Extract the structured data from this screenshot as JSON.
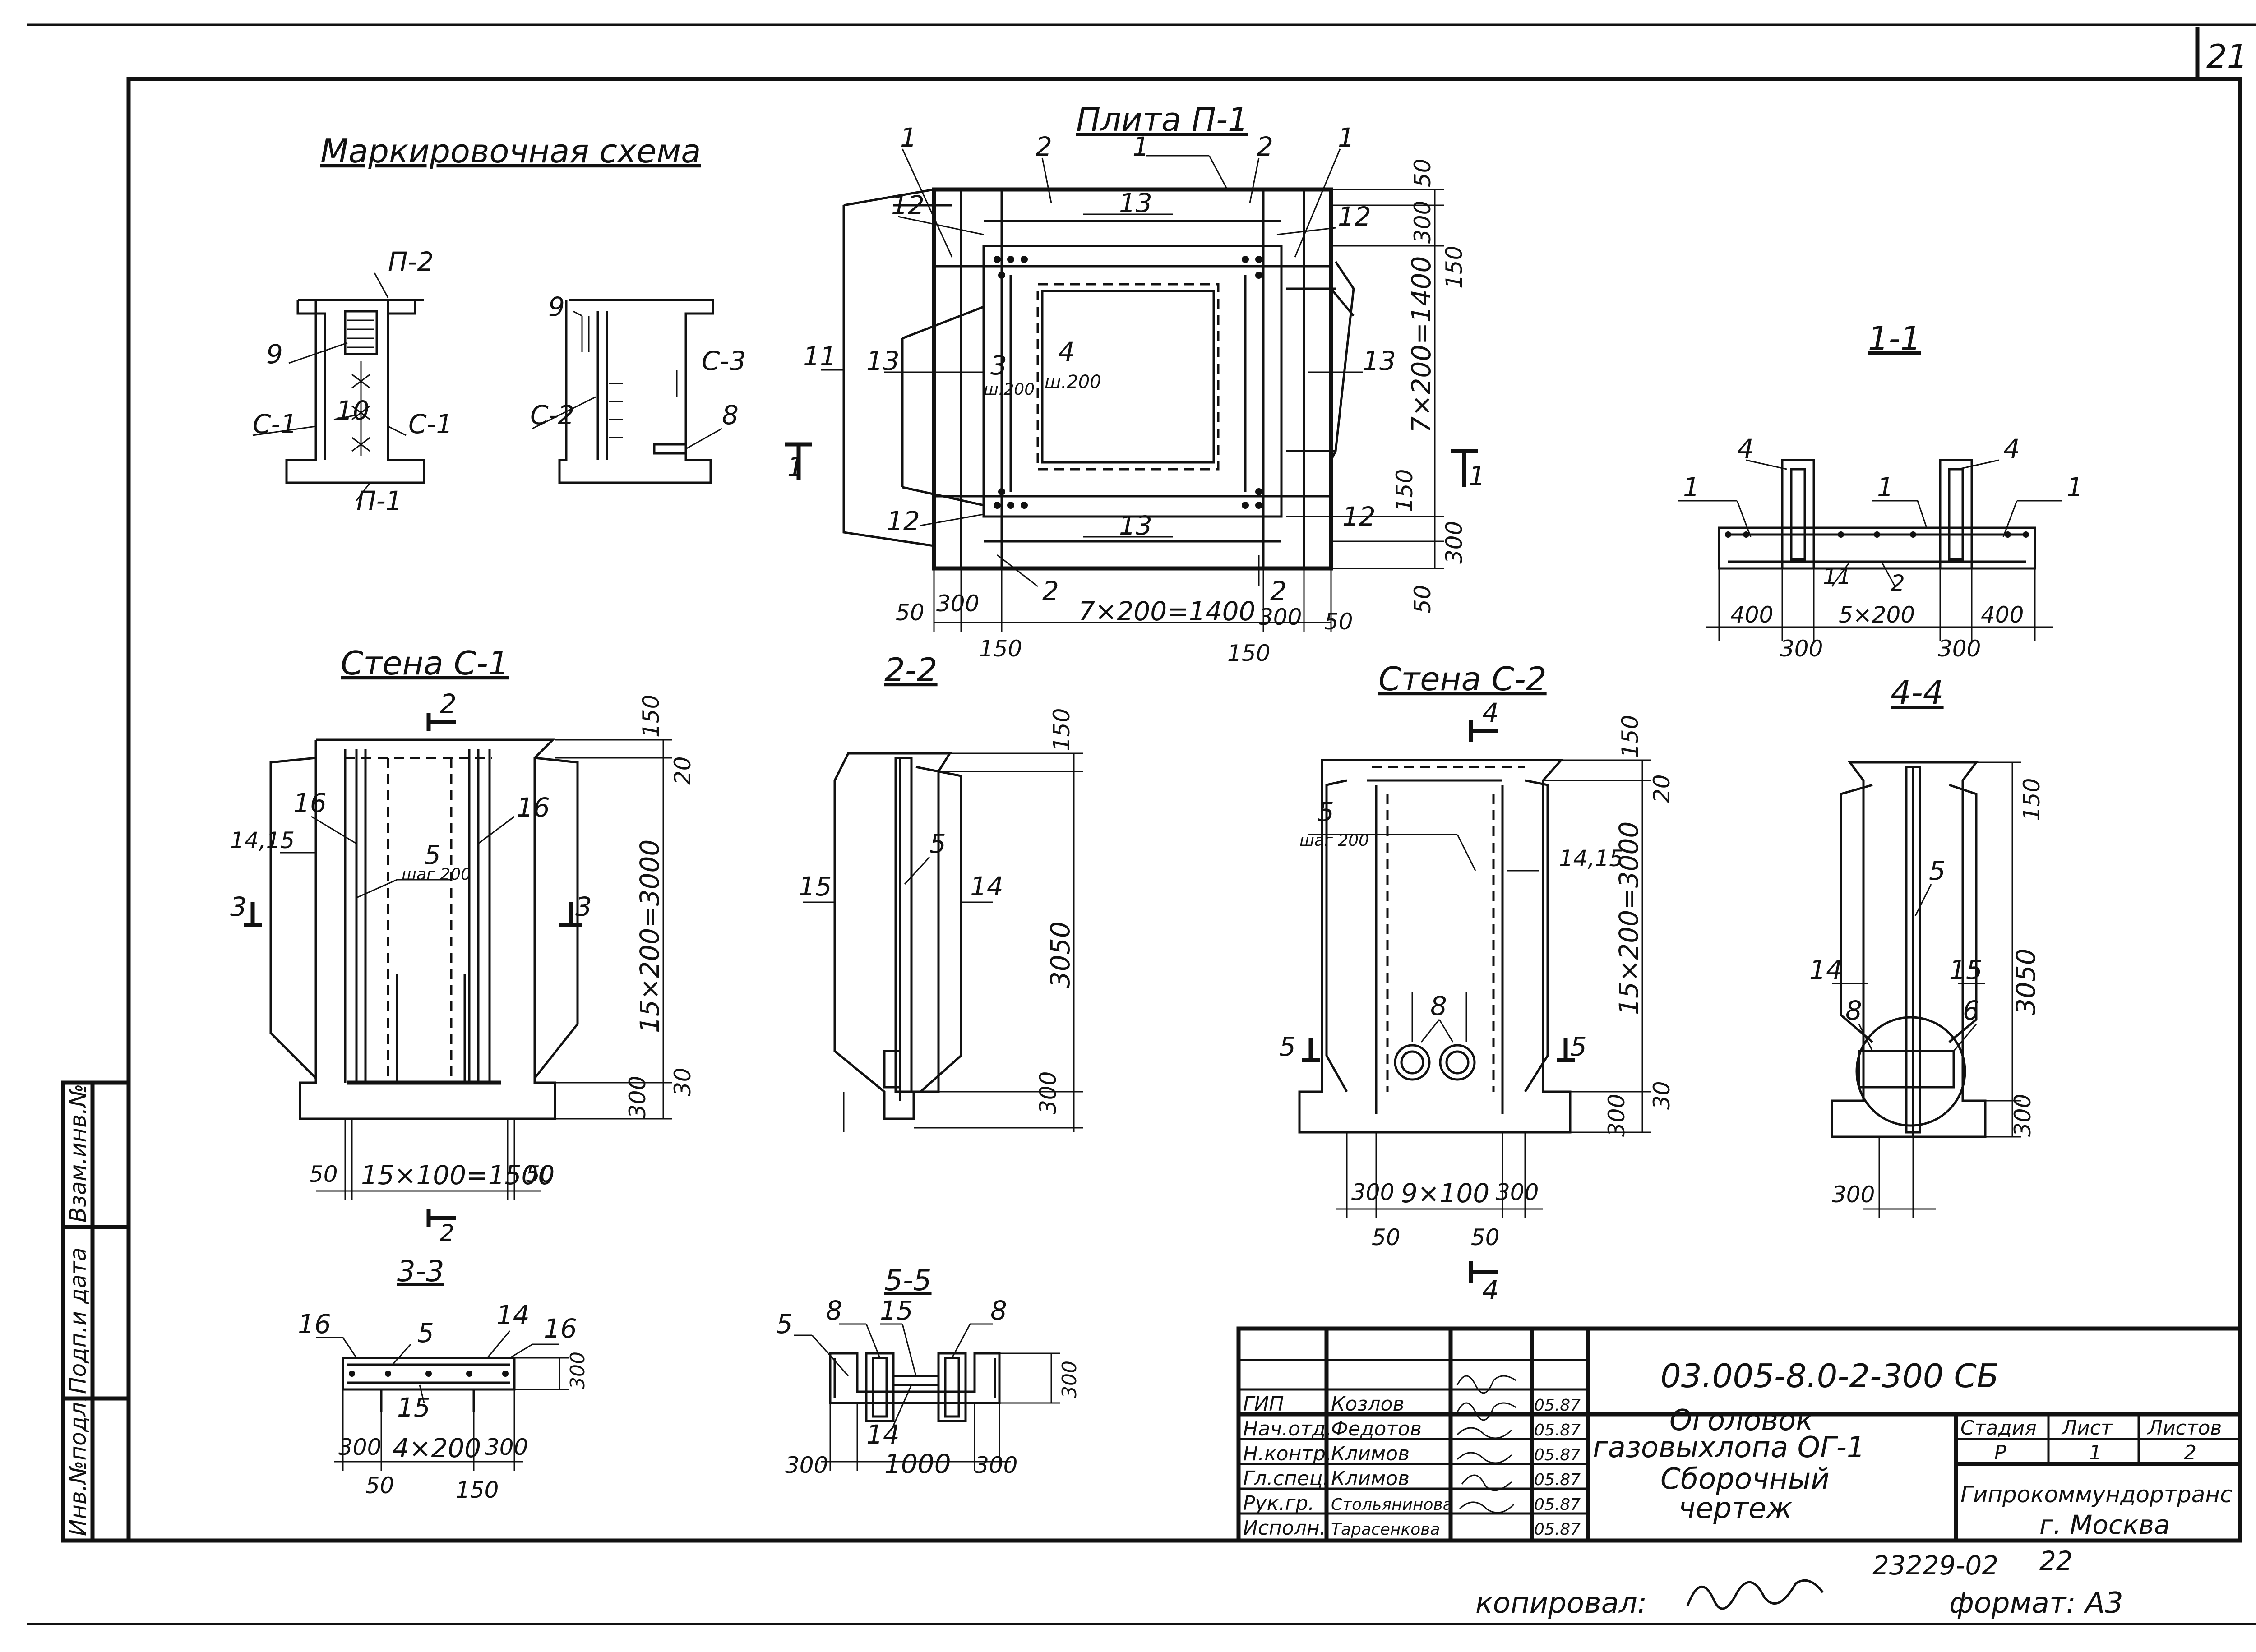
{
  "sheet_number": "21",
  "titles": {
    "marking_scheme": "Маркировочная схема",
    "plate_p1": "Плита П-1",
    "section_1_1": "1-1",
    "wall_c1": "Стена С-1",
    "section_2_2": "2-2",
    "wall_c2": "Стена С-2",
    "section_4_4": "4-4",
    "section_3_3": "3-3",
    "section_5_5": "5-5"
  },
  "marking_labels": {
    "p2": "П-2",
    "p1": "П-1",
    "c1_left": "С-1",
    "c1_right": "С-1",
    "c2": "С-2",
    "c3": "С-3",
    "n9a": "9",
    "n10": "10",
    "n9b": "9",
    "n8": "8"
  },
  "plate": {
    "callouts": [
      "1",
      "2",
      "1",
      "2",
      "1",
      "12",
      "13",
      "12",
      "11",
      "13",
      "3",
      "4",
      "13",
      "12",
      "13",
      "12",
      "2",
      "2"
    ],
    "step3": "ш.200",
    "step4": "ш.200",
    "dim_bottom": "7×200=1400",
    "dim_right": "7×200=1400",
    "d50a": "50",
    "d300a": "300",
    "d150a": "150",
    "d150b": "150",
    "d300b": "300",
    "d50b": "50",
    "r50a": "50",
    "r300a": "300",
    "r150a": "150",
    "r150b": "150",
    "r300b": "300",
    "r50b": "50",
    "cut_left": "1",
    "cut_right": "1"
  },
  "sec11": {
    "n1a": "1",
    "n4a": "4",
    "n1b": "1",
    "n4b": "4",
    "n1c": "1",
    "n11": "11",
    "n2": "2",
    "d400a": "400",
    "d300a": "300",
    "d5x200": "5×200",
    "d300b": "300",
    "d400b": "400"
  },
  "wallc1": {
    "cut2": "2",
    "n1415": "14,15",
    "n16a": "16",
    "n16b": "16",
    "n5": "5",
    "step5": "шаг 200",
    "cut3a": "3",
    "cut3b": "3",
    "d150": "150",
    "d20": "20",
    "d15x200": "15×200=3000",
    "d300": "300",
    "d30": "30",
    "d50a": "50",
    "d15x100": "15×100=1500",
    "d50b": "50",
    "cut2b": "2"
  },
  "sec22": {
    "n15": "15",
    "n5": "5",
    "n14": "14",
    "d150": "150",
    "d3050": "3050",
    "d300": "300"
  },
  "wallc2": {
    "cut4": "4",
    "n5": "5",
    "step5": "шаг 200",
    "n1415": "14,15",
    "n8": "8",
    "cut5a": "5",
    "cut5b": "5",
    "d150": "150",
    "d20": "20",
    "d15x200": "15×200=3000",
    "d300": "300",
    "d30": "30",
    "d300a": "300",
    "d9x100": "9×100",
    "d300b": "300",
    "d50a": "50",
    "d50b": "50",
    "cut4b": "4"
  },
  "sec44": {
    "n5": "5",
    "n14": "14",
    "n15": "15",
    "n8": "8",
    "n6": "6",
    "d150": "150",
    "d3050": "3050",
    "d300": "300",
    "d300b": "300"
  },
  "sec33": {
    "n16a": "16",
    "n5": "5",
    "n14": "14",
    "n16b": "16",
    "n15": "15",
    "d300a": "300",
    "d4x200": "4×200",
    "d300b": "300",
    "d50": "50",
    "d150": "150",
    "d300v": "300"
  },
  "sec55": {
    "n5": "5",
    "n8a": "8",
    "n15": "15",
    "n8b": "8",
    "n14": "14",
    "d300a": "300",
    "d1000": "1000",
    "d300b": "300",
    "d300v": "300"
  },
  "side_stamp": {
    "f1": "Взам.инв.№",
    "f2": "Подп.и дата",
    "f3": "Инв.№подл."
  },
  "title_block": {
    "code": "03.005-8.0-2-300 СБ",
    "name_l1": "Оголовок",
    "name_l2": "газовыхлопа ОГ-1",
    "name_l3": "Сборочный",
    "name_l4": "чертеж",
    "stage_h": "Стадия",
    "sheet_h": "Лист",
    "sheets_h": "Листов",
    "stage": "Р",
    "sheet": "1",
    "sheets": "2",
    "org_l1": "Гипрокоммундортранс",
    "org_l2": "г. Москва",
    "rows": [
      {
        "role": "ГИП",
        "name": "Козлов",
        "date": "05.87"
      },
      {
        "role": "Нач.отд.",
        "name": "Федотов",
        "date": "05.87"
      },
      {
        "role": "Н.контр.",
        "name": "Климов",
        "date": "05.87"
      },
      {
        "role": "Гл.спец.",
        "name": "Климов",
        "date": "05.87"
      },
      {
        "role": "Рук.гр.",
        "name": "Стольянинова",
        "date": "05.87"
      },
      {
        "role": "Исполн.",
        "name": "Тарасенкова",
        "date": "05.87"
      }
    ]
  },
  "footer": {
    "inv": "23229-02",
    "page": "22",
    "copied_label": "копировал:",
    "format": "формат: А3"
  }
}
